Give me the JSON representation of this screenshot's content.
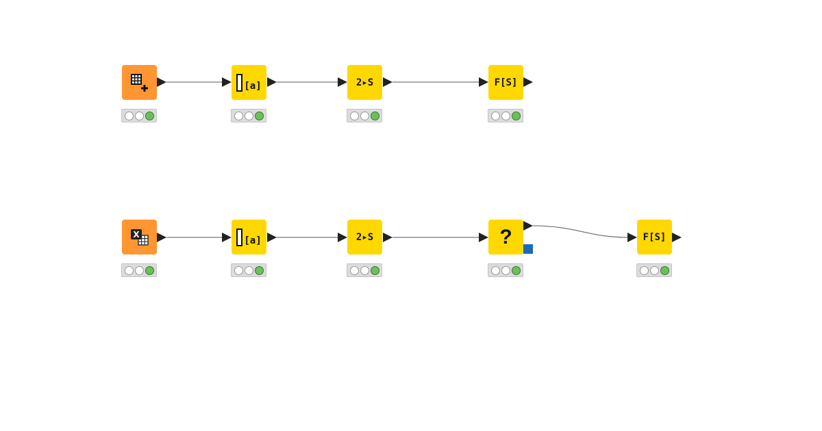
{
  "colors": {
    "reader": "#ff9632",
    "manipulator": "#ffd800",
    "status_ok": "#6cbf5a",
    "flow_variable_port": "#1a6cb5"
  },
  "rows": [
    {
      "nodes": [
        {
          "kind": "table-creator",
          "icon": "table-plus-icon",
          "label": ""
        },
        {
          "kind": "column-rename",
          "icon": "column-rename-icon",
          "label": "[a]"
        },
        {
          "kind": "number-to-string",
          "icon": "number-to-string-icon",
          "label": "2▸S"
        },
        {
          "kind": "string-manipulation",
          "icon": "string-manipulation-icon",
          "label": "F[S]"
        }
      ]
    },
    {
      "nodes": [
        {
          "kind": "excel-reader",
          "icon": "excel-table-icon",
          "label": "X"
        },
        {
          "kind": "column-rename",
          "icon": "column-rename-icon",
          "label": "[a]"
        },
        {
          "kind": "number-to-string",
          "icon": "number-to-string-icon",
          "label": "2▸S"
        },
        {
          "kind": "missing-node",
          "icon": "question-icon",
          "label": "?"
        },
        {
          "kind": "string-manipulation",
          "icon": "string-manipulation-icon",
          "label": "F[S]"
        }
      ]
    }
  ]
}
